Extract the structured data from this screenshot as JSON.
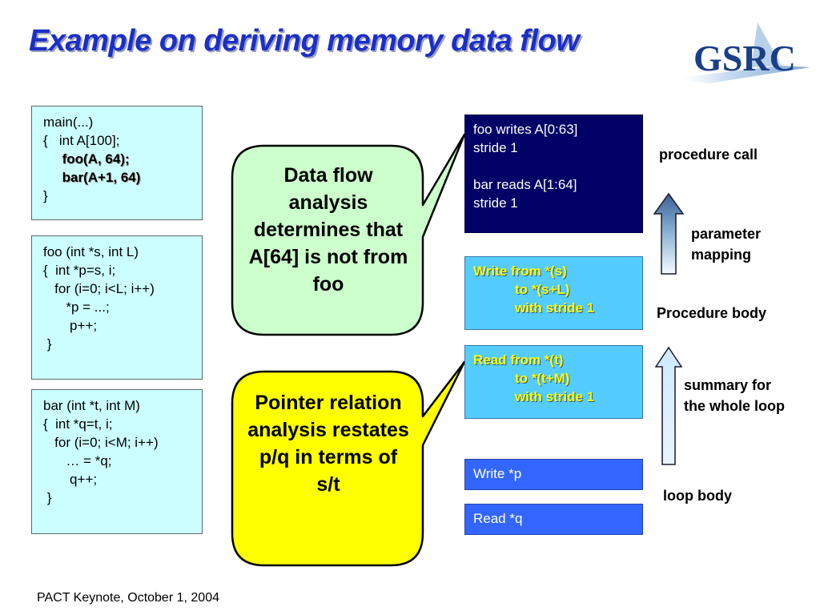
{
  "title": "Example on deriving memory data flow",
  "logo_text": "GSRC",
  "code_main": [
    "main(...)",
    "{   int A[100];",
    "     foo(A, 64);",
    "     bar(A+1, 64)",
    "}"
  ],
  "code_foo": [
    "foo (int *s, int L)",
    "{  int *p=s, i;",
    "   for (i=0; i<L; i++)",
    "      *p = ...;",
    "       p++;",
    " }"
  ],
  "code_bar": [
    "bar (int *t, int M)",
    "{  int *q=t, i;",
    "   for (i=0; i<M; i++)",
    "      … = *q;",
    "       q++;",
    " }"
  ],
  "callout_green": "Data flow analysis determines that A[64] is not from foo",
  "callout_yellow": "Pointer relation analysis restates p/q in terms of s/t",
  "box_dark": [
    "foo writes A[0:63]",
    "stride 1",
    "",
    "bar reads A[1:64]",
    "stride 1"
  ],
  "box_write_from": [
    "Write from *(s)",
    "           to *(s+L)",
    "           with stride 1"
  ],
  "box_read_from": [
    "Read from *(t)",
    "           to *(t+M)",
    "           with stride 1"
  ],
  "box_write_p": "Write *p",
  "box_read_q": "Read *q",
  "labels": {
    "procedure_call": "procedure call",
    "parameter_mapping": "parameter\nmapping",
    "procedure_body": "Procedure body",
    "summary": "summary for\nthe whole loop",
    "loop_body": "loop body"
  },
  "footer": "PACT Keynote, October 1, 2004",
  "colors": {
    "title": "#1c2fc6",
    "code_bg": "#ccffff",
    "green_callout": "#ccffcc",
    "yellow_callout": "#ffff00",
    "dark_box": "#000066",
    "light_box": "#55ccff",
    "blue_box": "#3366ff"
  }
}
